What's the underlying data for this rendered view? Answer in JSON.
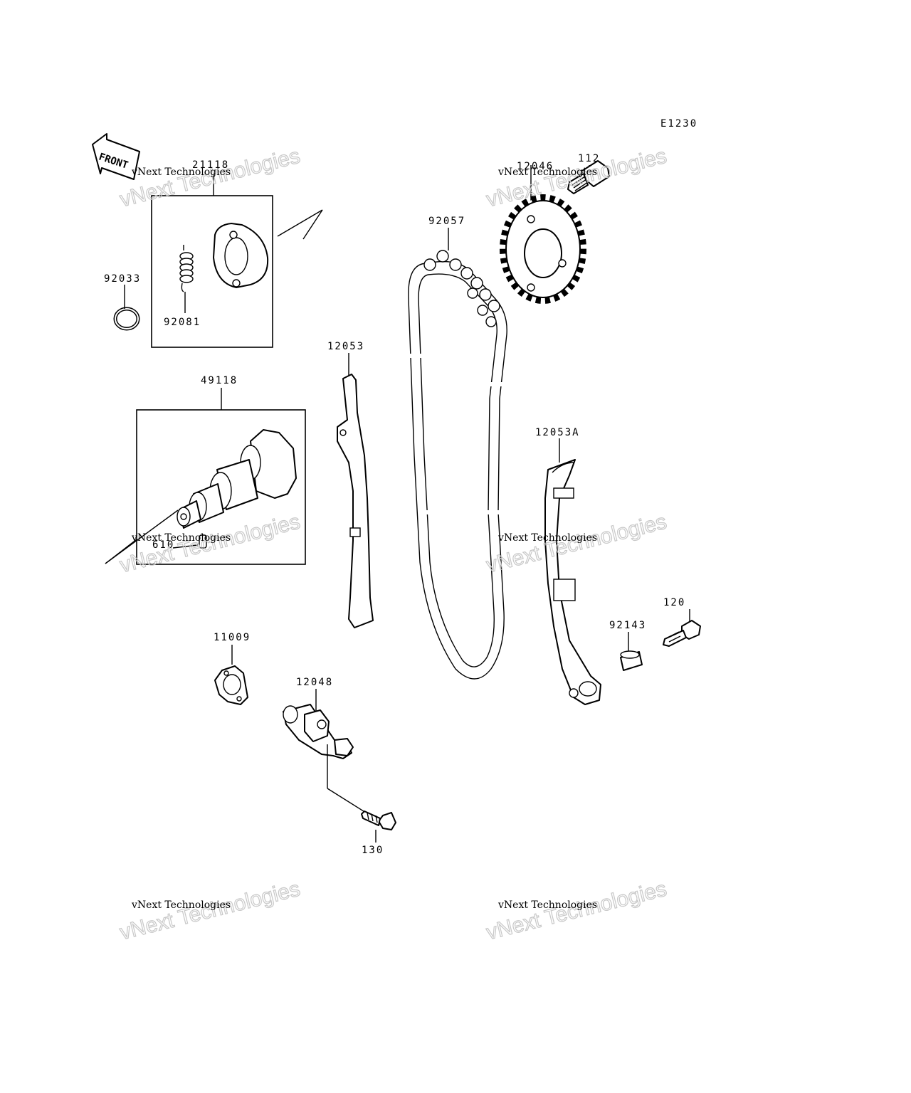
{
  "diagram": {
    "code": "E1230",
    "front_label": "FRONT",
    "parts": [
      {
        "id": "21118",
        "label": "21118"
      },
      {
        "id": "92033",
        "label": "92033"
      },
      {
        "id": "92081",
        "label": "92081"
      },
      {
        "id": "49118",
        "label": "49118"
      },
      {
        "id": "610",
        "label": "610"
      },
      {
        "id": "12053",
        "label": "12053"
      },
      {
        "id": "92057",
        "label": "92057"
      },
      {
        "id": "12046",
        "label": "12046"
      },
      {
        "id": "112",
        "label": "112"
      },
      {
        "id": "12053A",
        "label": "12053A"
      },
      {
        "id": "120",
        "label": "120"
      },
      {
        "id": "92143",
        "label": "92143"
      },
      {
        "id": "11009",
        "label": "11009"
      },
      {
        "id": "12048",
        "label": "12048"
      },
      {
        "id": "130",
        "label": "130"
      }
    ],
    "watermark": {
      "line1": "vNext Technologies",
      "line2": "vNext Technologies"
    }
  }
}
